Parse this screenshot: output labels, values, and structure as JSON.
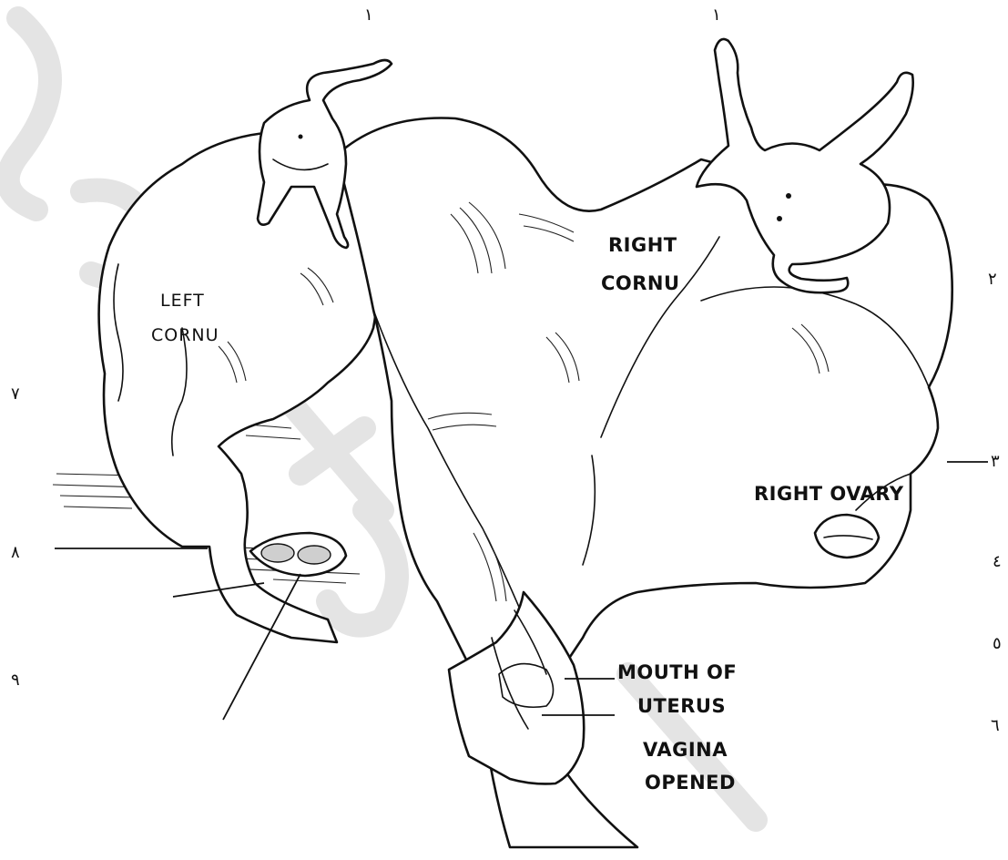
{
  "labels": {
    "left_cornu": [
      "LEFT",
      "CORNU"
    ],
    "right_cornu": [
      "RIGHT",
      "CORNU"
    ],
    "right_ovary": "RIGHT OVARY",
    "mouth_of_uterus": [
      "MOUTH OF",
      "UTERUS"
    ],
    "vagina_opened": [
      "VAGINA",
      "OPENED"
    ]
  },
  "callout_numbers": {
    "n1a": "١",
    "n1b": "١",
    "n2": "٢",
    "n3": "٣",
    "n4": "٤",
    "n5": "٥",
    "n6": "٦",
    "n7": "٧",
    "n8": "٨",
    "n9": "٩"
  }
}
